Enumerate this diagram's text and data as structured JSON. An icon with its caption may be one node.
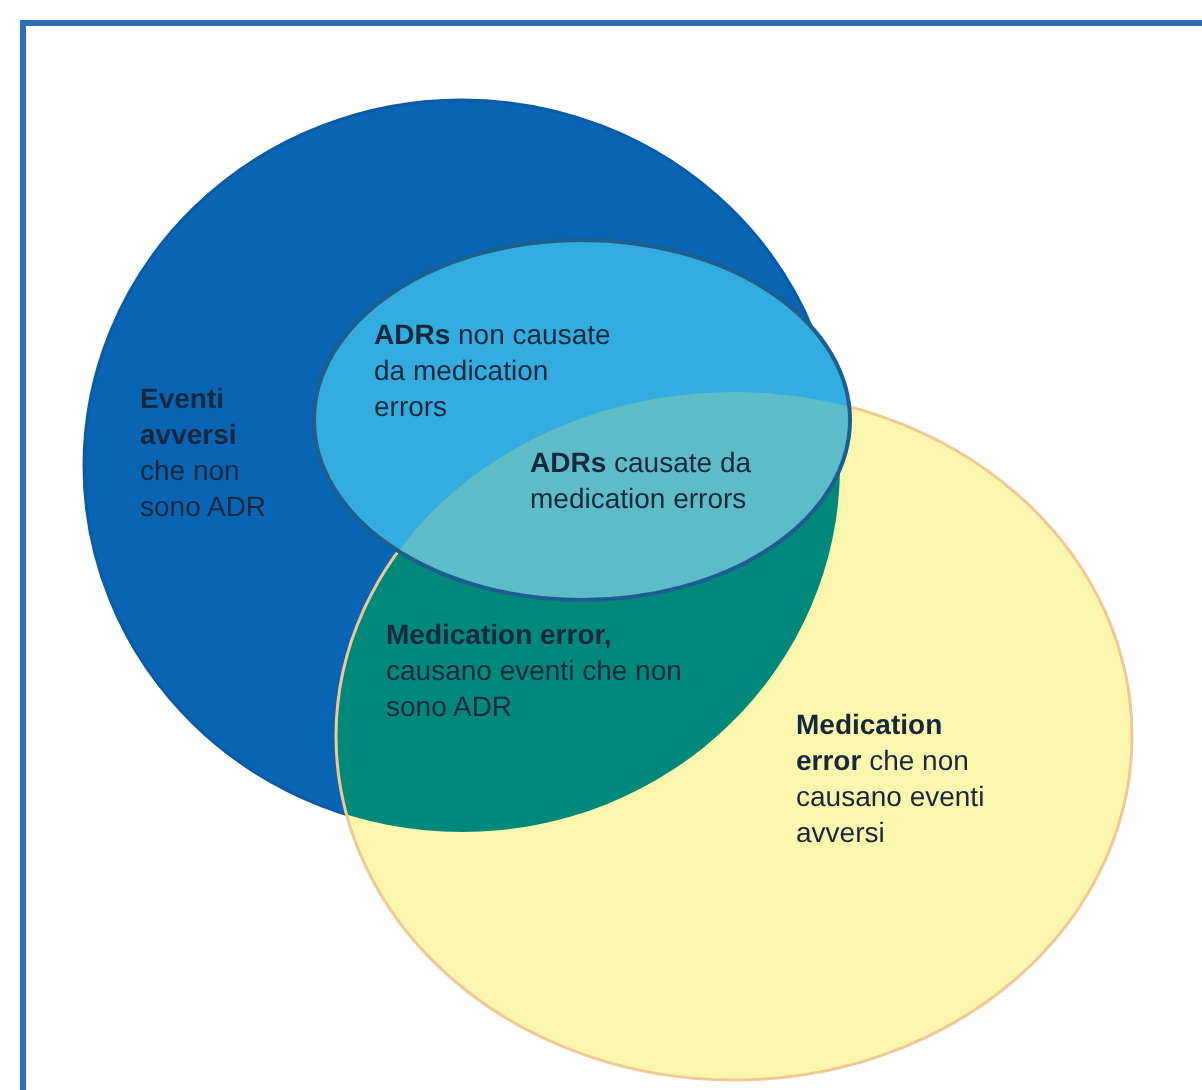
{
  "diagram": {
    "labels": [
      "**ADRs** non causate da medication errors",
      "**Eventi avversi** che non sono ADR",
      "**ADRs** causate da medication errors",
      "**Medication error,** causano eventi che non sono ADR",
      "**Medication error** che non causano eventi avversi"
    ]
  }
}
